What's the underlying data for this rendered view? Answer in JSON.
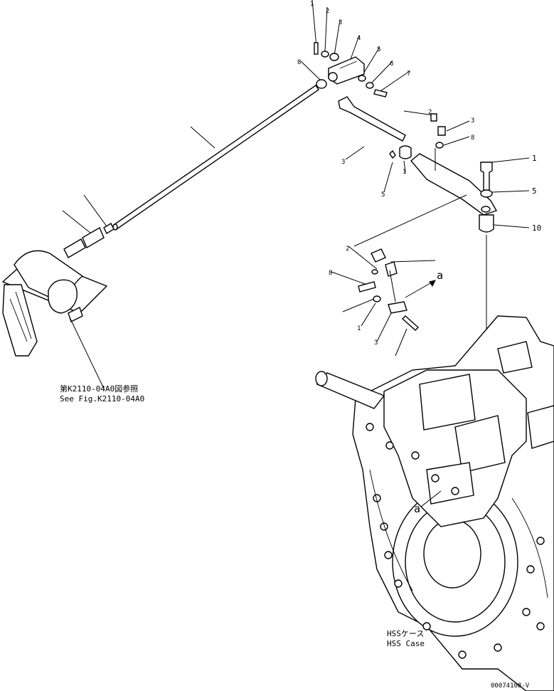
{
  "callouts": {
    "top": [
      "1",
      "2",
      "3",
      "4",
      "5",
      "6",
      "7",
      "8"
    ],
    "right_upper": [
      "2",
      "3",
      "8",
      "1",
      "5",
      "10"
    ],
    "rod_mid": [
      "3",
      "5",
      "1"
    ],
    "middle_left": [
      "2",
      "8",
      "1",
      "3"
    ],
    "arrow_label": "a",
    "lower_label": "a"
  },
  "reference": {
    "jp": "第K2110-04A0図参照",
    "en": "See Fig.K2110-04A0"
  },
  "case_label": {
    "jp": "HSSケース",
    "en": "HSS Case"
  },
  "figure_id": "00074108-V"
}
